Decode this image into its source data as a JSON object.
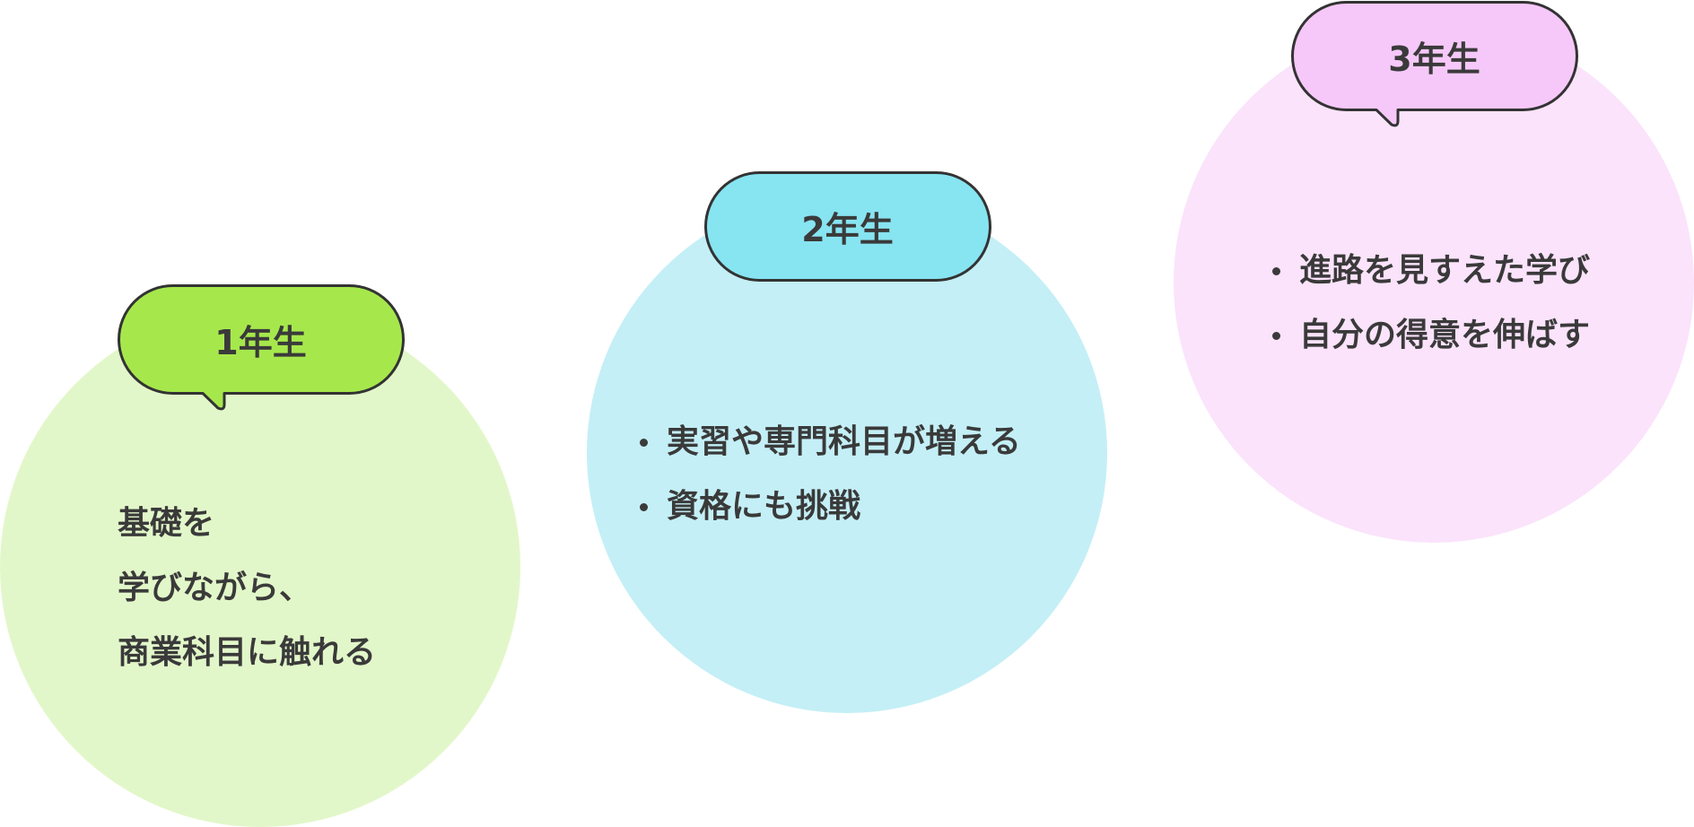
{
  "diagram": {
    "stages": [
      {
        "label": "1年生",
        "style": "plain",
        "lines": [
          "基礎を",
          "学びながら、",
          "商業科目に触れる"
        ],
        "colors": {
          "circle": "#e2f7c9",
          "bubble": "#a6e84c",
          "stroke": "#333333"
        }
      },
      {
        "label": "2年生",
        "style": "bullets",
        "lines": [
          "実習や専門科目が増える",
          "資格にも挑戦"
        ],
        "colors": {
          "circle": "#c4eff6",
          "bubble": "#87e4f1",
          "stroke": "#333333"
        }
      },
      {
        "label": "3年生",
        "style": "bullets",
        "lines": [
          "進路を見すえた学び",
          "自分の得意を伸ばす"
        ],
        "colors": {
          "circle": "#fae3fb",
          "bubble": "#f6c8f9",
          "stroke": "#333333"
        }
      }
    ],
    "text_color": "#3a3a3a"
  }
}
